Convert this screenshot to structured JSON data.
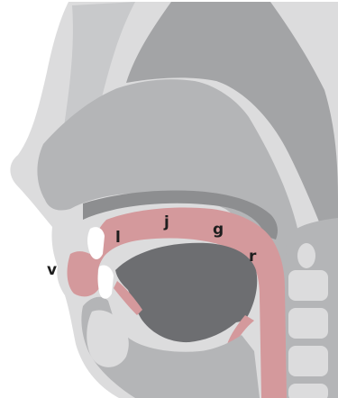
{
  "diagram": {
    "labels": {
      "v": "v",
      "l": "l",
      "j": "j",
      "g": "g",
      "r": "r"
    },
    "colors": {
      "outer_face": "#dcdcdd",
      "mid_gray": "#b4b5b7",
      "dark_gray": "#8d8e90",
      "cavity_gray": "#6d6e71",
      "tract_pink": "#d4999c",
      "tooth_white": "#ffffff",
      "label": "#1e1e1e"
    }
  }
}
